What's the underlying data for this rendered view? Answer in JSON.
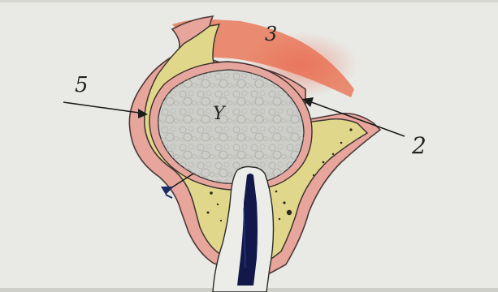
{
  "labels": {
    "top_tissue": "3",
    "left_arrow": "5",
    "right_arrow": "2",
    "center_cyst": "Y"
  },
  "colors": {
    "paper": "#e9e9e5",
    "soft_tissue": "#e9a6a0",
    "outer_tissue": "#ea7a5e",
    "bone": "#e2d889",
    "cyst_fill": "#cdcdc9",
    "tooth": "#ecece8",
    "pulp": "#13184a",
    "ink": "#1c1c1c"
  }
}
